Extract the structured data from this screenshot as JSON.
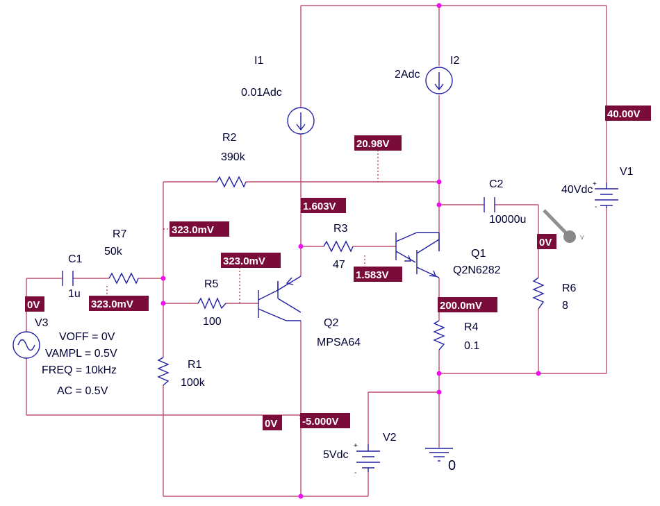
{
  "components": {
    "I1": {
      "name": "I1",
      "value": "0.01Adc"
    },
    "I2": {
      "name": "I2",
      "value": "2Adc"
    },
    "V1": {
      "name": "V1",
      "value": "40Vdc"
    },
    "V2": {
      "name": "V2",
      "value": "5Vdc"
    },
    "V3": {
      "name": "V3",
      "voff": "VOFF = 0V",
      "vampl": "VAMPL = 0.5V",
      "freq": "FREQ = 10kHz",
      "ac": "AC = 0.5V"
    },
    "R1": {
      "name": "R1",
      "value": "100k"
    },
    "R2": {
      "name": "R2",
      "value": "390k"
    },
    "R3": {
      "name": "R3",
      "value": "47"
    },
    "R4": {
      "name": "R4",
      "value": "0.1"
    },
    "R5": {
      "name": "R5",
      "value": "100"
    },
    "R6": {
      "name": "R6",
      "value": "8"
    },
    "R7": {
      "name": "R7",
      "value": "50k"
    },
    "C1": {
      "name": "C1",
      "value": "1u"
    },
    "C2": {
      "name": "C2",
      "value": "10000u"
    },
    "Q1": {
      "name": "Q1",
      "model": "Q2N6282"
    },
    "Q2": {
      "name": "Q2",
      "model": "MPSA64"
    },
    "ground": {
      "label": "0"
    },
    "probe": {
      "label": "v"
    }
  },
  "voltages": {
    "v_top": "40.00V",
    "v_collector": "20.98V",
    "v_q2_emitter": "1.603V",
    "v_r7_node": "323.0mV",
    "v_q2_base": "323.0mV",
    "v_c1_node": "323.0mV",
    "v_q1_base": "1.583V",
    "v_q1_emitter": "200.0mV",
    "v_output": "0V",
    "v_source": "0V",
    "v_gnd_left": "0V",
    "v_neg": "-5.000V"
  },
  "colors": {
    "wire": "#c05070",
    "component": "#2020a0",
    "node": "#ee10ee",
    "voltage_box": "#7a0c3a",
    "text": "#000033"
  }
}
